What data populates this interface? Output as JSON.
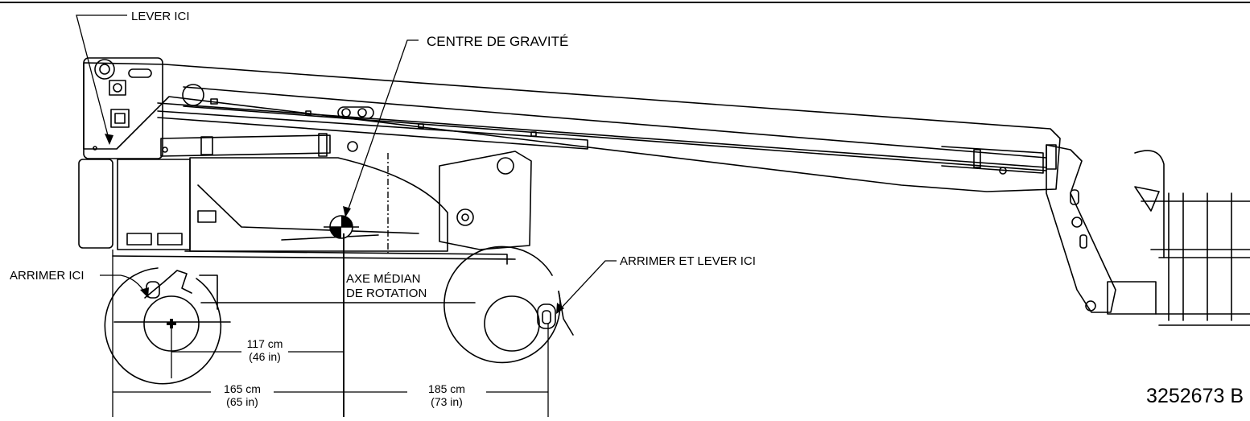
{
  "labels": {
    "lift_here": "LEVER ICI",
    "center_of_gravity": "CENTRE DE GRAVITÉ",
    "tie_down_here": "ARRIMER ICI",
    "tie_and_lift_here": "ARRIMER ET LEVER ICI",
    "rotation_axis_line1": "AXE MÉDIAN",
    "rotation_axis_line2": "DE ROTATION"
  },
  "dimensions": {
    "d1_cm": "117 cm",
    "d1_in": "(46 in)",
    "d2_cm": "165 cm",
    "d2_in": "(65 in)",
    "d3_cm": "185 cm",
    "d3_in": "(73 in)"
  },
  "figure_code": "3252673 B"
}
